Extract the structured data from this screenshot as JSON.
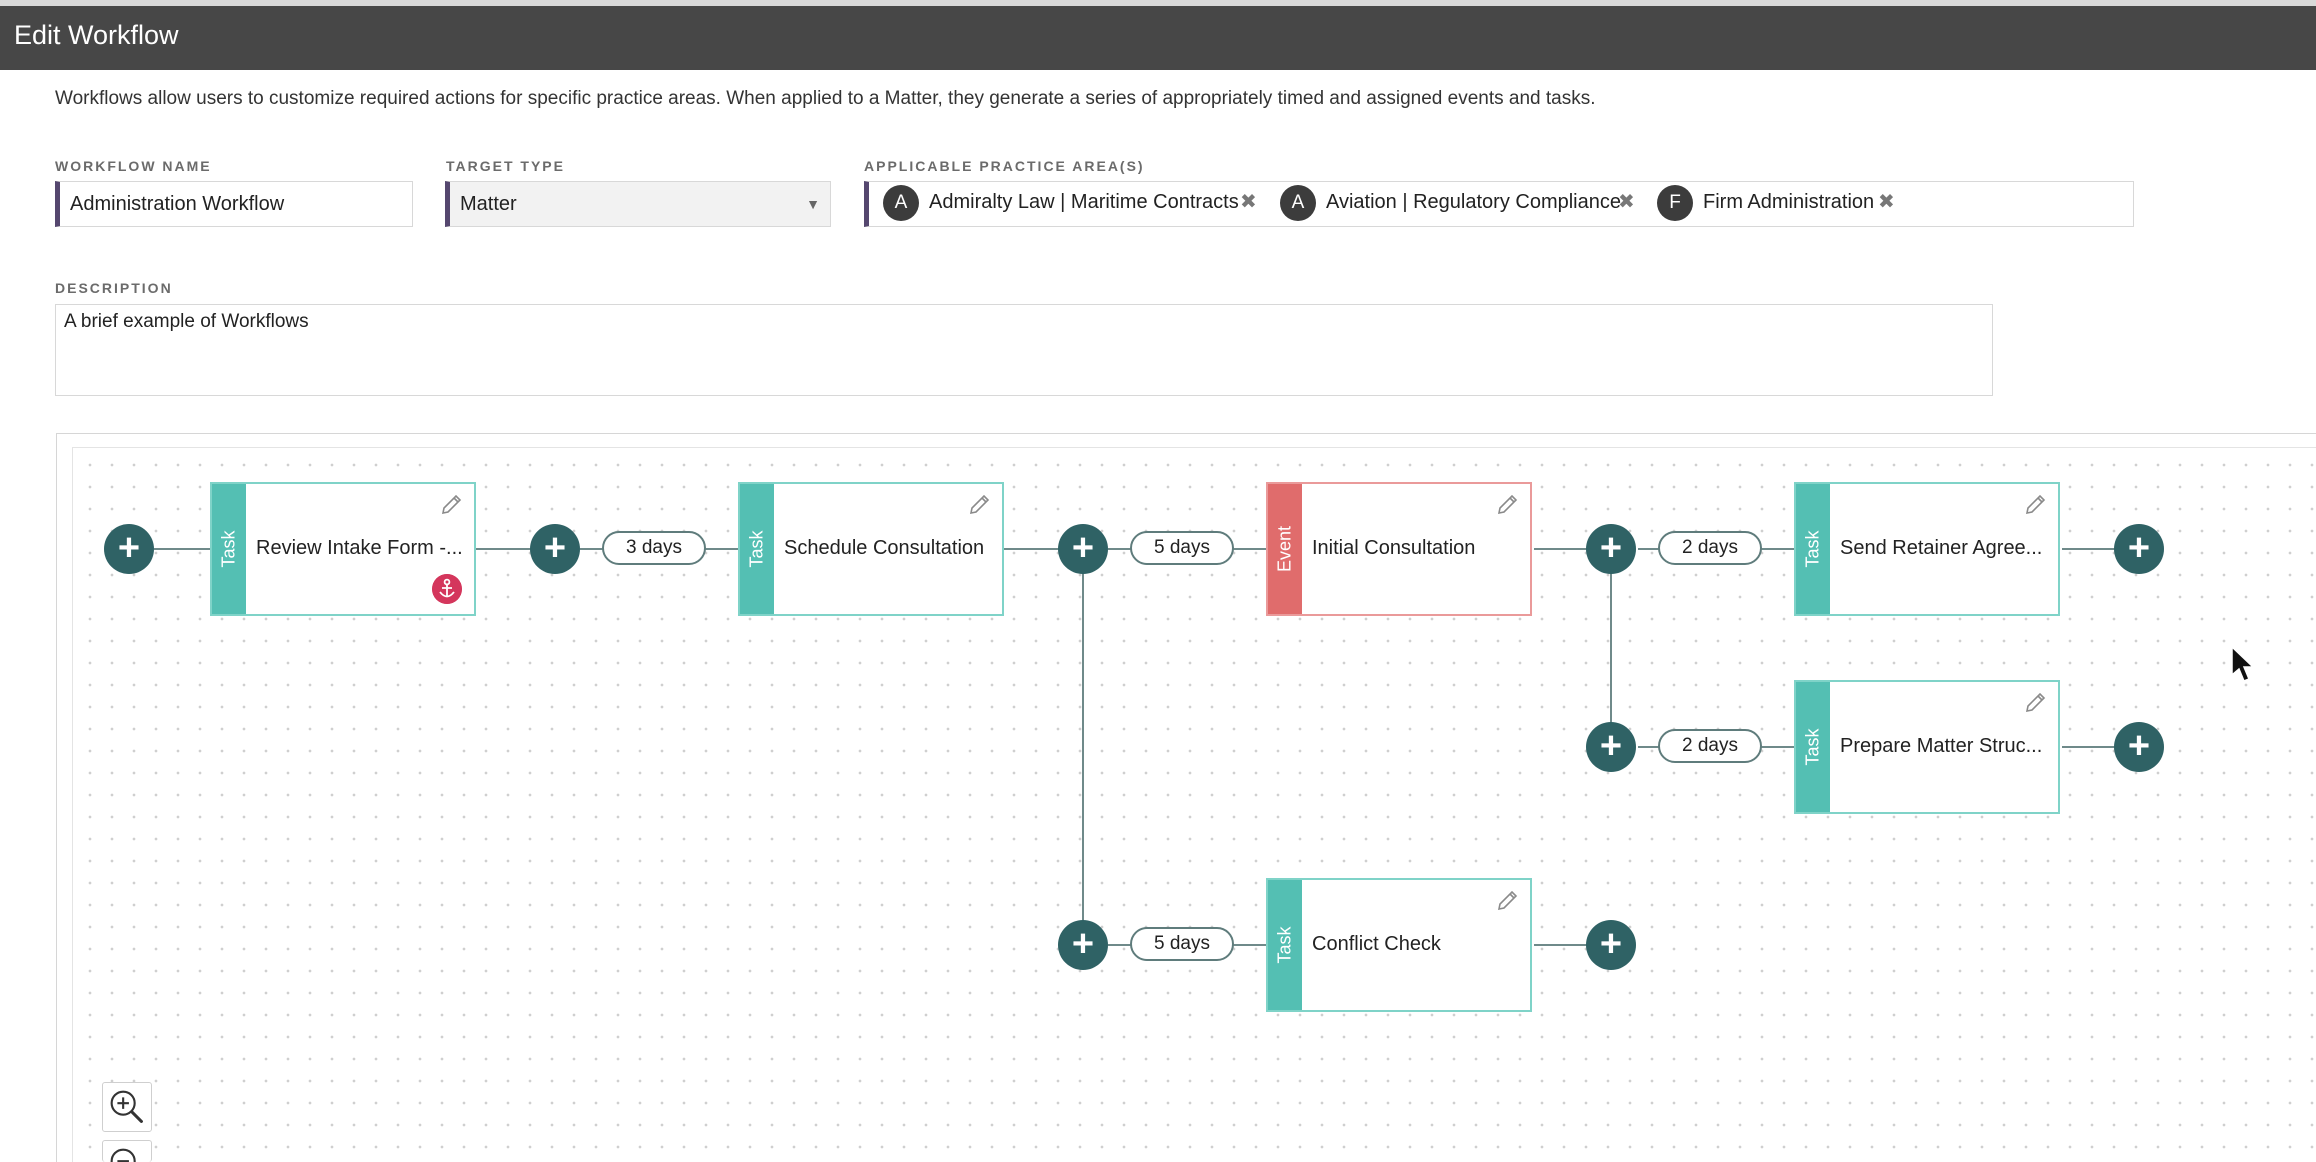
{
  "header": {
    "title": "Edit Workflow"
  },
  "intro": "Workflows allow users to customize required actions for specific practice areas. When applied to a Matter, they generate a series of appropriately timed and assigned events and tasks.",
  "form": {
    "workflow_name": {
      "label": "WORKFLOW NAME",
      "value": "Administration Workflow"
    },
    "target_type": {
      "label": "TARGET TYPE",
      "value": "Matter"
    },
    "practice_areas": {
      "label": "APPLICABLE PRACTICE AREA(S)",
      "chips": [
        {
          "initial": "A",
          "text": "Admiralty Law | Maritime Contracts",
          "remove": "✖"
        },
        {
          "initial": "A",
          "text": "Aviation | Regulatory Compliance",
          "remove": "✖"
        },
        {
          "initial": "F",
          "text": "Firm Administration",
          "remove": "✖"
        }
      ]
    },
    "description": {
      "label": "DESCRIPTION",
      "value": "A brief example of Workflows"
    }
  },
  "workflow": {
    "add_symbol": "+",
    "delays": [
      "3 days",
      "5 days",
      "2 days",
      "2 days",
      "5 days"
    ],
    "nodes": [
      {
        "type": "Task",
        "name": "Review Intake Form -...",
        "icon": "anchor-icon"
      },
      {
        "type": "Task",
        "name": "Schedule Consultation",
        "icon": "pencil-icon"
      },
      {
        "type": "Event",
        "name": "Initial Consultation",
        "icon": "pencil-icon"
      },
      {
        "type": "Task",
        "name": "Send Retainer Agree...",
        "icon": "pencil-icon"
      },
      {
        "type": "Task",
        "name": "Prepare Matter Struc...",
        "icon": "pencil-icon"
      },
      {
        "type": "Task",
        "name": "Conflict Check",
        "icon": "pencil-icon"
      }
    ]
  },
  "colors": {
    "header_bg": "#474747",
    "task_band": "#54bfb3",
    "event_band": "#e06c6c",
    "add_button": "#2f6265",
    "anchor_badge": "#d4365c",
    "field_accent": "#55476f"
  },
  "zoom_controls": [
    "zoom-in-icon",
    "zoom-out-icon"
  ]
}
